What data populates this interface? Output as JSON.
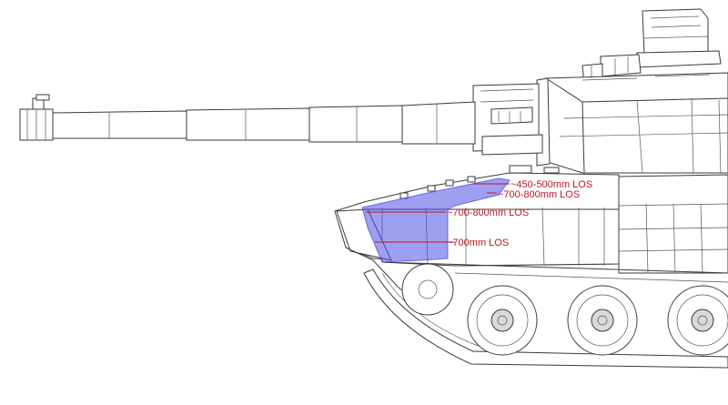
{
  "annotations": [
    {
      "label": "~450-500mm LOS"
    },
    {
      "label": "~700-800mm LOS"
    },
    {
      "label": "~700-800mm LOS"
    },
    {
      "label": "~700mm LOS"
    }
  ],
  "colors": {
    "annotation": "#c0141e",
    "armor_highlight": "#5050e6",
    "outline": "#3a3a3a"
  }
}
